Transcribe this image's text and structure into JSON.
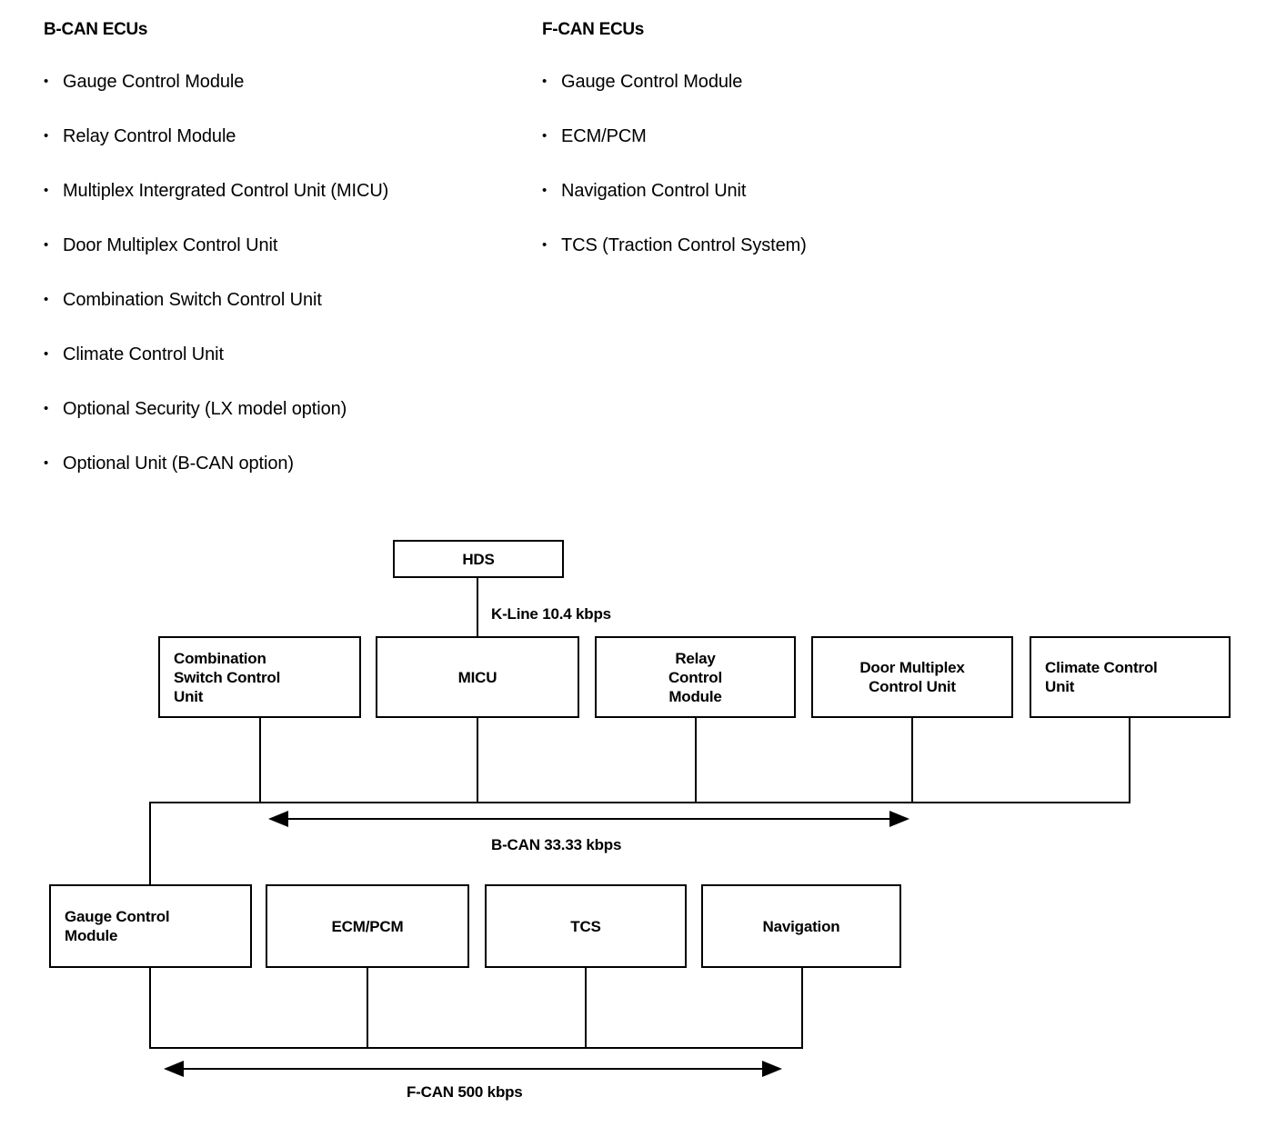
{
  "lists": {
    "bcan": {
      "title": "B-CAN ECUs",
      "bullet": "•",
      "items": [
        "Gauge Control Module",
        "Relay Control Module",
        "Multiplex Intergrated Control Unit (MICU)",
        "Door Multiplex Control Unit",
        "Combination Switch Control Unit",
        "Climate Control Unit",
        "Optional Security (LX model option)",
        "Optional Unit (B-CAN option)"
      ]
    },
    "fcan": {
      "title": "F-CAN ECUs",
      "bullet": "•",
      "items": [
        "Gauge Control Module",
        "ECM/PCM",
        "Navigation Control Unit",
        "TCS (Traction Control System)"
      ]
    }
  },
  "diagram": {
    "tool": {
      "label": "HDS"
    },
    "kline_label": "K-Line 10.4 kbps",
    "bcan_label": "B-CAN 33.33 kbps",
    "fcan_label": "F-CAN 500 kbps",
    "top_nodes": [
      {
        "id": "combination-switch-control-unit",
        "label": "Combination\nSwitch Control\nUnit",
        "align": "left"
      },
      {
        "id": "micu",
        "label": "MICU",
        "align": "center"
      },
      {
        "id": "relay-control-module",
        "label": "Relay\nControl\nModule",
        "align": "center"
      },
      {
        "id": "door-multiplex-control-unit",
        "label": "Door Multiplex\nControl Unit",
        "align": "center"
      },
      {
        "id": "climate-control-unit",
        "label": "Climate Control\nUnit",
        "align": "left"
      }
    ],
    "bottom_nodes": [
      {
        "id": "gauge-control-module",
        "label": "Gauge Control\nModule",
        "align": "left"
      },
      {
        "id": "ecm-pcm",
        "label": "ECM/PCM",
        "align": "center"
      },
      {
        "id": "tcs",
        "label": "TCS",
        "align": "center"
      },
      {
        "id": "navigation",
        "label": "Navigation",
        "align": "center"
      }
    ],
    "colors": {
      "line": "#000000",
      "box_fill": "#ffffff",
      "text": "#000000"
    }
  }
}
